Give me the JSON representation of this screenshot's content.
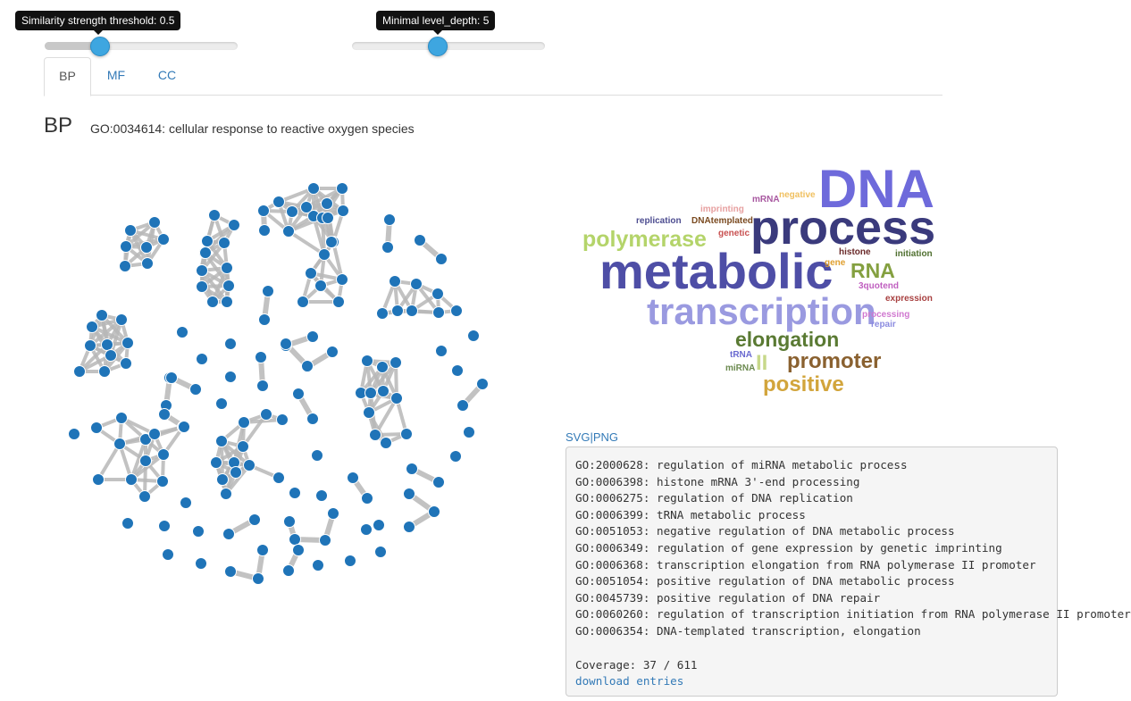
{
  "sliders": {
    "similarity": {
      "label": "Similarity strength threshold: 0.5",
      "value": 0.28
    },
    "depth": {
      "label": "Minimal level_depth: 5",
      "value": 0.45
    }
  },
  "tabs": [
    {
      "label": "BP",
      "active": true
    },
    {
      "label": "MF",
      "active": false
    },
    {
      "label": "CC",
      "active": false
    }
  ],
  "heading": "BP",
  "subheading": "GO:0034614: cellular response to reactive oxygen species",
  "wordcloud": [
    {
      "text": "DNA",
      "color": "#6e6adb"
    },
    {
      "text": "process",
      "color": "#3a3a7c"
    },
    {
      "text": "metabolic",
      "color": "#4e4ea6"
    },
    {
      "text": "transcription",
      "color": "#9a9ae0"
    },
    {
      "text": "polymerase",
      "color": "#b4d46a"
    },
    {
      "text": "elongation",
      "color": "#5a7a33"
    },
    {
      "text": "promoter",
      "color": "#8a6130"
    },
    {
      "text": "positive",
      "color": "#d2a53c"
    },
    {
      "text": "RNA",
      "color": "#84a040"
    },
    {
      "text": "II",
      "color": "#c7d88a"
    },
    {
      "text": "imprinting",
      "color": "#e7a0a0"
    },
    {
      "text": "negative",
      "color": "#f0c060"
    },
    {
      "text": "mRNA",
      "color": "#a858a0"
    },
    {
      "text": "replication",
      "color": "#4d4d90"
    },
    {
      "text": "DNAtemplated",
      "color": "#7a4a20"
    },
    {
      "text": "genetic",
      "color": "#c85050"
    },
    {
      "text": "histone",
      "color": "#6a2a2a"
    },
    {
      "text": "gene",
      "color": "#e0a030"
    },
    {
      "text": "initiation",
      "color": "#507030"
    },
    {
      "text": "3quotend",
      "color": "#c060c0"
    },
    {
      "text": "expression",
      "color": "#a84040"
    },
    {
      "text": "processing",
      "color": "#d078d0"
    },
    {
      "text": "repair",
      "color": "#8c8ce0"
    },
    {
      "text": "tRNA",
      "color": "#6a6ad0"
    },
    {
      "text": "miRNA",
      "color": "#6c8a50"
    }
  ],
  "downloads": {
    "svg": "SVG",
    "separator": "|",
    "png": "PNG"
  },
  "entries": [
    "GO:2000628: regulation of miRNA metabolic process",
    "GO:0006398: histone mRNA 3'-end processing",
    "GO:0006275: regulation of DNA replication",
    "GO:0006399: tRNA metabolic process",
    "GO:0051053: negative regulation of DNA metabolic process",
    "GO:0006349: regulation of gene expression by genetic imprinting",
    "GO:0006368: transcription elongation from RNA polymerase II promoter",
    "GO:0051054: positive regulation of DNA metabolic process",
    "GO:0045739: positive regulation of DNA repair",
    "GO:0060260: regulation of transcription initiation from RNA polymerase II promoter",
    "GO:0006354: DNA-templated transcription, elongation"
  ],
  "coverage": "Coverage: 37 / 611",
  "download_label": "download entries",
  "colors": {
    "node": "#1f74b8",
    "edge": "#b8b8b8",
    "link": "#337ab7",
    "handle": "#3ea6e0"
  }
}
